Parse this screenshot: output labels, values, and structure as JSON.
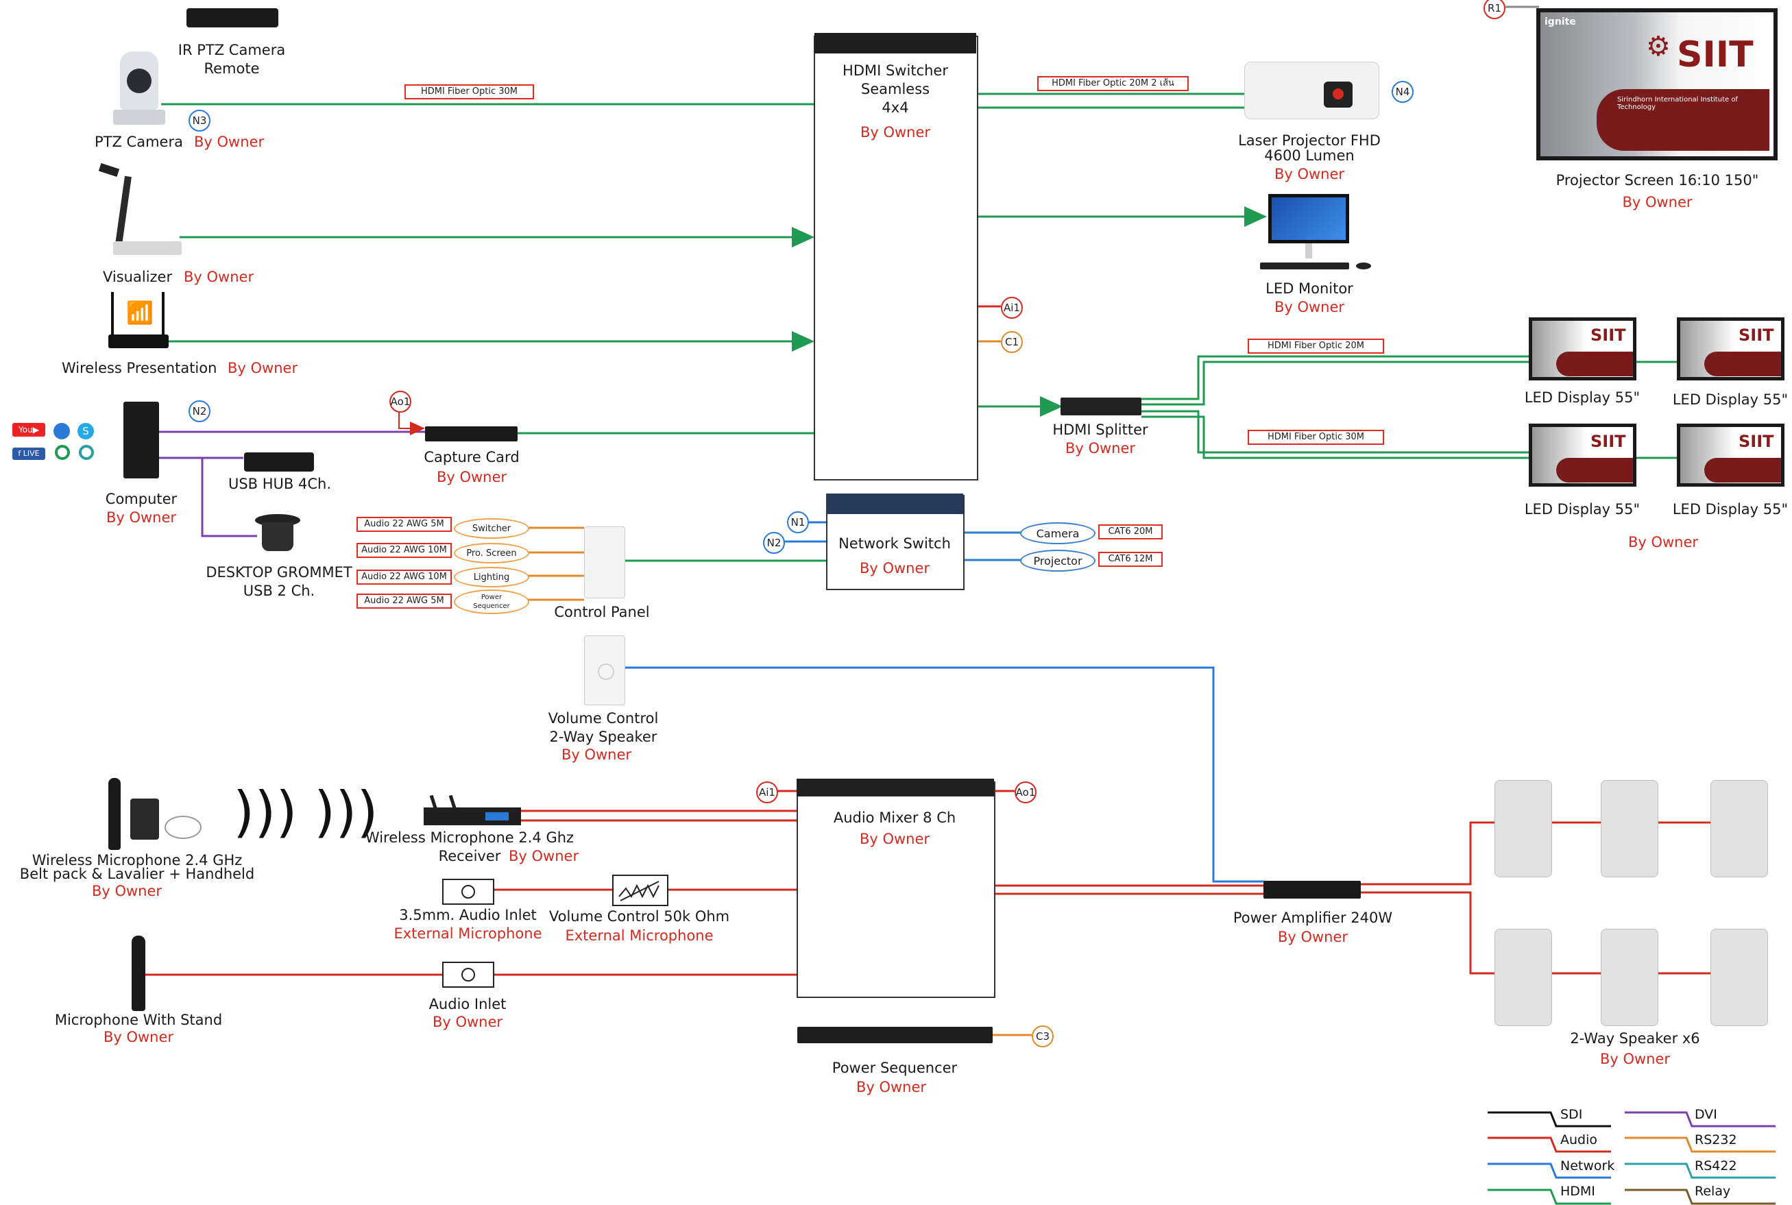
{
  "colors": {
    "sdi": "#111111",
    "audio": "#d42a1f",
    "network": "#2b7bd6",
    "hdmi": "#1f9a52",
    "dvi": "#7a3fb0",
    "rs232": "#e08a2c",
    "rs422": "#2aa0a6",
    "relay": "#7a5a2a"
  },
  "devices": {
    "ptz_remote": "IR PTZ Camera\nRemote",
    "ptz_camera": "PTZ Camera",
    "visualizer": "Visualizer",
    "wireless_pres": "Wireless Presentation",
    "computer": "Computer",
    "usb_hub": "USB HUB 4Ch.",
    "grommet": "DESKTOP GROMMET\nUSB 2 Ch.",
    "capture_card": "Capture Card",
    "hdmi_switcher": "HDMI Switcher\nSeamless\n4x4",
    "projector": "Laser Projector FHD\n4600 Lumen",
    "projector_screen": "Projector Screen 16:10 150\"",
    "led_monitor": "LED Monitor",
    "hdmi_splitter": "HDMI Splitter",
    "led_display": "LED Display 55\"",
    "network_switch": "Network Switch",
    "control_panel": "Control Panel",
    "volume_control": "Volume Control\n2-Way Speaker",
    "wireless_mic": "Wireless Microphone 2.4 GHz\nBelt pack & Lavalier + Handheld",
    "wireless_receiver": "Wireless Microphone 2.4 Ghz\nReceiver",
    "audio_inlet_35": "3.5mm. Audio Inlet",
    "external_mic": "External Microphone",
    "volume_50k": "Volume Control 50k Ohm",
    "audio_mixer": "Audio Mixer 8 Ch",
    "power_amp": "Power Amplifier 240W",
    "speaker": "2-Way Speaker x6",
    "mic_stand": "Microphone With Stand",
    "audio_inlet": "Audio Inlet",
    "power_sequencer": "Power Sequencer"
  },
  "owner": "By Owner",
  "cable_tags": {
    "hdmi_fiber_30m": "HDMI Fiber Optic 30M",
    "hdmi_fiber_20m_2": "HDMI Fiber Optic 20M 2 เส้น",
    "hdmi_fiber_20m": "HDMI Fiber Optic 20M",
    "hdmi_fiber_30m_b": "HDMI Fiber Optic 30M",
    "audio_5m_a": "Audio 22 AWG 5M",
    "audio_10m_a": "Audio 22 AWG 10M",
    "audio_10m_b": "Audio 22 AWG 10M",
    "audio_5m_b": "Audio 22 AWG 5M",
    "cat6_20m": "CAT6 20M",
    "cat6_12m": "CAT6 12M"
  },
  "ctrl_tags": {
    "switcher": "Switcher",
    "pro_screen": "Pro. Screen",
    "lighting": "Lighting",
    "power_seq": "Power\nSequencer"
  },
  "net_tags": {
    "camera": "Camera",
    "projector": "Projector"
  },
  "nodes": {
    "n1": "N1",
    "n2a": "N2",
    "n2b": "N2",
    "n3": "N3",
    "n4": "N4",
    "ai1a": "Ai1",
    "ai1b": "Ai1",
    "ao1a": "Ao1",
    "ao1b": "Ao1",
    "c1": "C1",
    "c3": "C3",
    "r1": "R1"
  },
  "screen": {
    "brand": "ignite",
    "logo": "SIIT",
    "inst": "Sirindhorn International Institute of Technology"
  },
  "legend": {
    "sdi": "SDI",
    "audio": "Audio",
    "network": "Network",
    "hdmi": "HDMI",
    "dvi": "DVI",
    "rs232": "RS232",
    "rs422": "RS422",
    "relay": "Relay"
  },
  "icons": [
    "youtube-icon",
    "zoom-icon",
    "skype-icon",
    "facebook-live-icon",
    "meet-icon",
    "teams-icon",
    "wifi-icon",
    "sound-wave-icon"
  ]
}
